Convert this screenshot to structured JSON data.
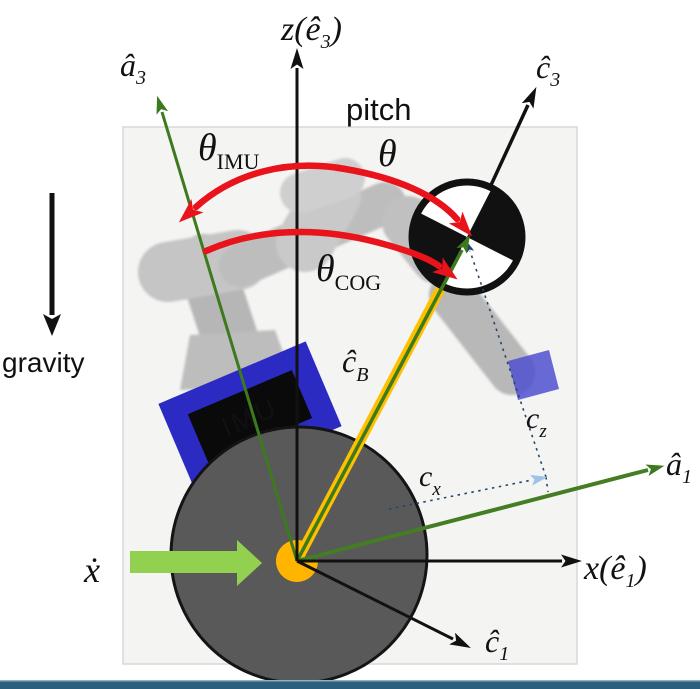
{
  "figure": {
    "title_semantic": "ballbot-with-arm pitch-angle diagram",
    "labels": {
      "z_axis": {
        "base": "z(ê",
        "sub": "3",
        "tail": ")"
      },
      "x_axis": {
        "base": "x(ê",
        "sub": "1",
        "tail": ")"
      },
      "a3": {
        "base": "â",
        "sub": "3"
      },
      "a1": {
        "base": "â",
        "sub": "1"
      },
      "c3": {
        "base": "ĉ",
        "sub": "3"
      },
      "c1": {
        "base": "ĉ",
        "sub": "1"
      },
      "c_body": {
        "base": "ĉ",
        "sub": "B"
      },
      "c_x": {
        "base": "c",
        "sub": "x"
      },
      "c_z": {
        "base": "c",
        "sub": "z"
      },
      "theta": {
        "base": "θ"
      },
      "theta_imu": {
        "base": "θ",
        "sub": "IMU"
      },
      "theta_cog": {
        "base": "θ",
        "sub": "COG"
      },
      "pitch": "pitch",
      "gravity": "gravity",
      "x_dot": {
        "base": "ẋ"
      },
      "imu_box": "IMU"
    },
    "colors": {
      "red-arc": "#e8131b",
      "frame-green": "#3d7a1e",
      "frame-green2": "#447d22",
      "velocity-green": "#92d050",
      "cog-yellow": "#ffc000",
      "origin-yellow": "#ffb400",
      "ball-gray": "#595959",
      "imu-blue": "#2b2bc4",
      "effector-blue": "#5050cf",
      "dashed-navy": "#24456b",
      "proj-blue": "#9dc3e6",
      "accent-bar": "#2a607e",
      "ink": "#111111"
    }
  }
}
